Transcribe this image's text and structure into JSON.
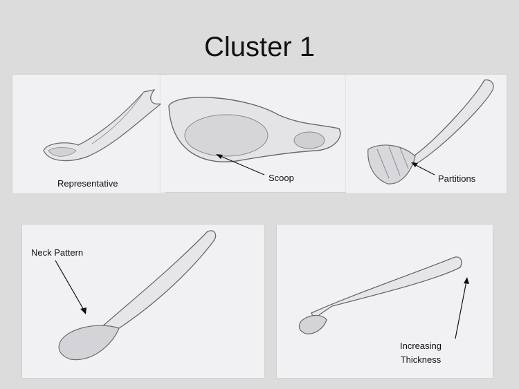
{
  "slide": {
    "title": "Cluster 1"
  },
  "sketches": {
    "representative": {
      "label": "Representative"
    },
    "scoop": {
      "label": "Scoop"
    },
    "partitions": {
      "label": "Partitions"
    },
    "neck": {
      "label": "Neck Pattern"
    },
    "thickness": {
      "label_line1": "Increasing",
      "label_line2": "Thickness"
    }
  }
}
